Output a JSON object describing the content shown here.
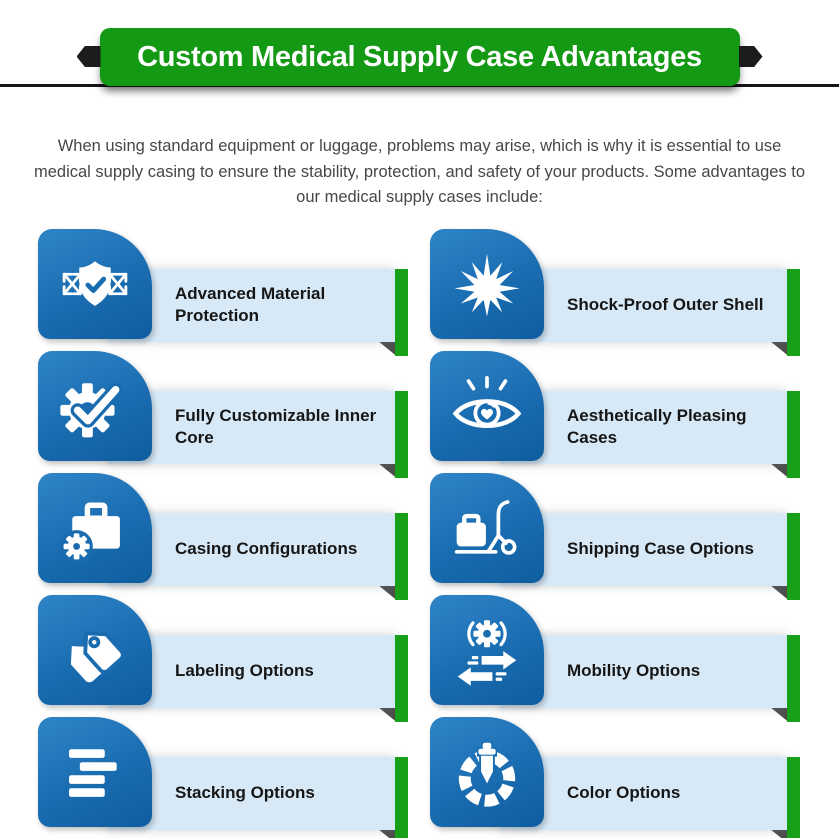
{
  "header": {
    "title": "Custom Medical Supply Case Advantages",
    "intro": "When using standard equipment or luggage, problems may arise, which is why it is essential to use medical supply casing to ensure the stability, protection, and safety of your products. Some advantages to our medical supply cases include:"
  },
  "colors": {
    "banner_green": "#149914",
    "accent_green": "#18a018",
    "tile_blue_light": "#2f85c7",
    "tile_blue_dark": "#0f5d9f",
    "bar_light_blue": "#d7e9f7",
    "fold_gray": "#4d4d4d",
    "line_black": "#161616",
    "title_text": "#ffffff",
    "body_text": "#474747"
  },
  "grid": {
    "items": [
      {
        "label": "Advanced Material Protection",
        "icon": "shield-arrows-icon"
      },
      {
        "label": "Shock-Proof Outer Shell",
        "icon": "impact-burst-icon"
      },
      {
        "label": "Fully Customizable Inner Core",
        "icon": "gear-check-icon"
      },
      {
        "label": "Aesthetically Pleasing Cases",
        "icon": "eye-heart-icon"
      },
      {
        "label": "Casing Configurations",
        "icon": "briefcase-gear-icon"
      },
      {
        "label": "Shipping Case Options",
        "icon": "luggage-cart-icon"
      },
      {
        "label": "Labeling Options",
        "icon": "price-tags-icon"
      },
      {
        "label": "Mobility Options",
        "icon": "gear-transfer-arrows-icon"
      },
      {
        "label": "Stacking Options",
        "icon": "stacked-bars-icon"
      },
      {
        "label": "Color Options",
        "icon": "color-wheel-dropper-icon"
      }
    ]
  }
}
